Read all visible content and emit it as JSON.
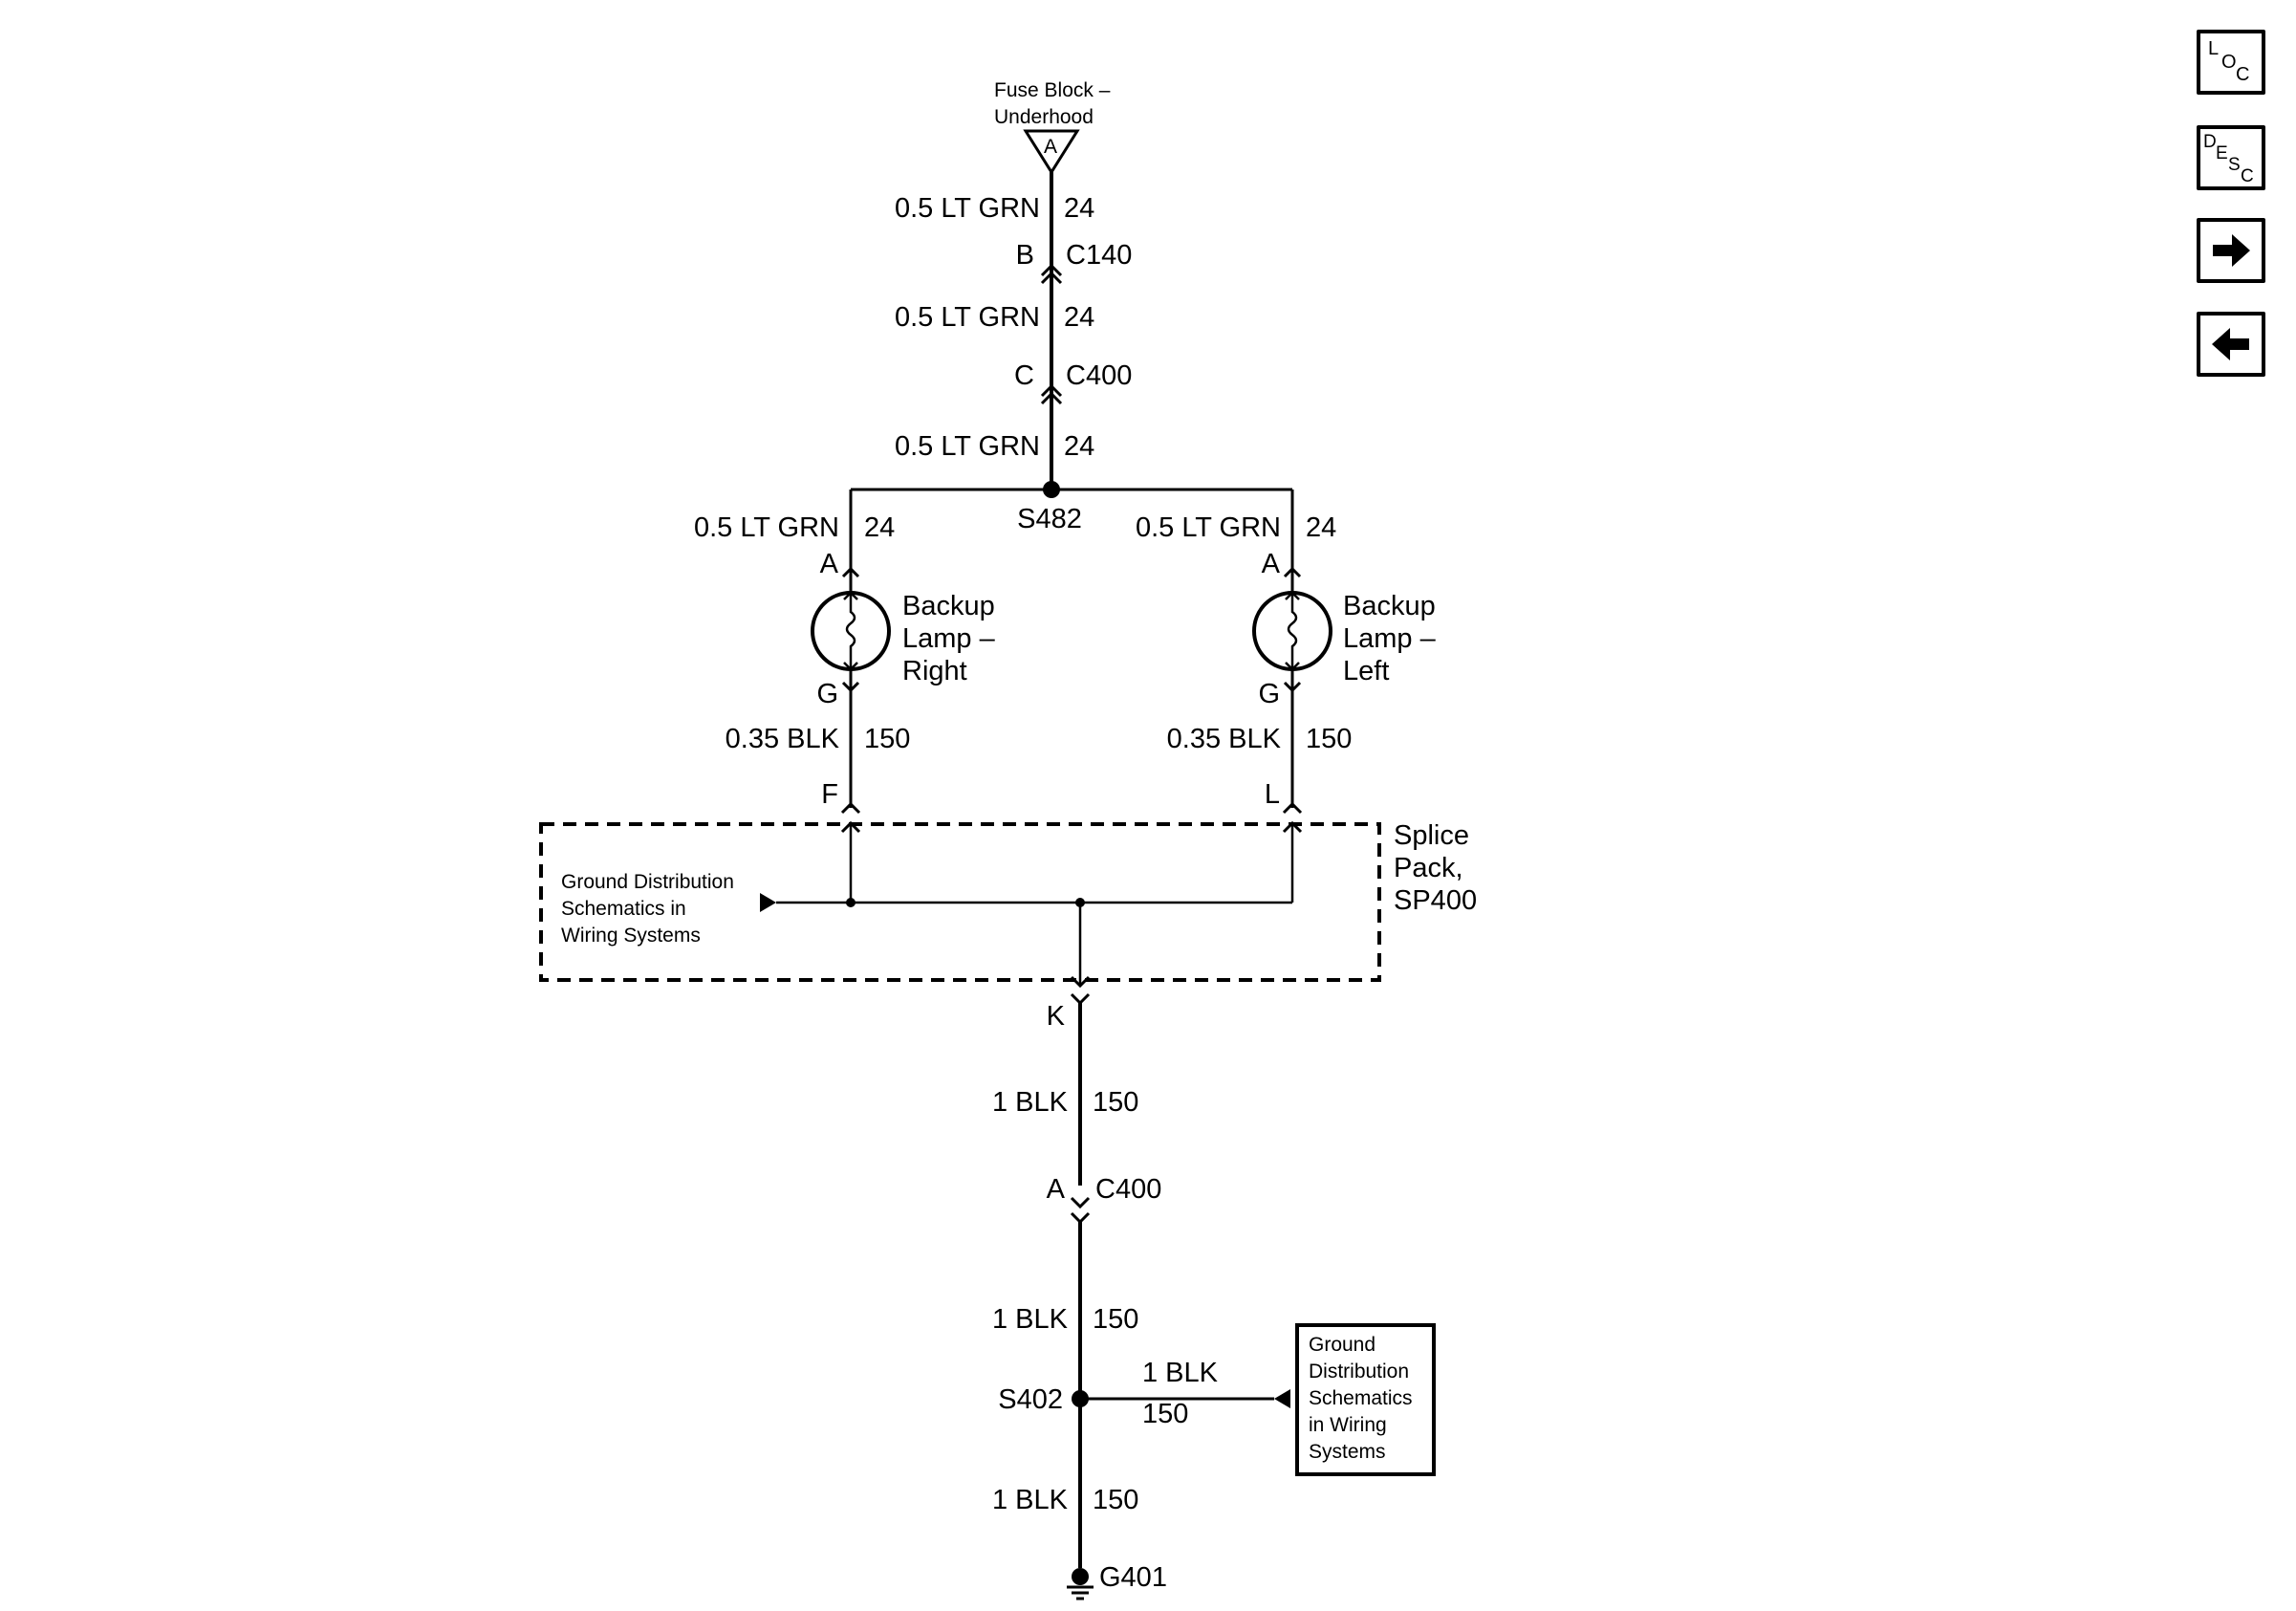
{
  "nav": {
    "loc": [
      "L",
      "O",
      "C"
    ],
    "desc": [
      "D",
      "E",
      "S",
      "C"
    ]
  },
  "power": {
    "source_line1": "Fuse Block –",
    "source_line2": "Underhood",
    "source_terminal": "A"
  },
  "wires": {
    "w1": {
      "gauge_color": "0.5 LT GRN",
      "circuit": "24"
    },
    "w2": {
      "gauge_color": "0.5 LT GRN",
      "circuit": "24"
    },
    "w3": {
      "gauge_color": "0.5 LT GRN",
      "circuit": "24"
    },
    "w_right_lamp": {
      "gauge_color": "0.5 LT GRN",
      "circuit": "24"
    },
    "w_left_lamp": {
      "gauge_color": "0.5 LT GRN",
      "circuit": "24"
    },
    "w_right_gnd": {
      "gauge_color": "0.35 BLK",
      "circuit": "150"
    },
    "w_left_gnd": {
      "gauge_color": "0.35 BLK",
      "circuit": "150"
    },
    "w_k": {
      "gauge_color": "1 BLK",
      "circuit": "150"
    },
    "w_c400a": {
      "gauge_color": "1 BLK",
      "circuit": "150"
    },
    "w_branch": {
      "gauge_color": "1 BLK",
      "circuit": "150"
    },
    "w_g401": {
      "gauge_color": "1 BLK",
      "circuit": "150"
    }
  },
  "connectors": {
    "c140": {
      "pin": "B",
      "name": "C140"
    },
    "c400_top": {
      "pin": "C",
      "name": "C400"
    },
    "c400_bottom": {
      "pin": "A",
      "name": "C400"
    }
  },
  "splices": {
    "s482": "S482",
    "s402": "S402"
  },
  "lamps": {
    "right": {
      "pin_in": "A",
      "pin_out": "G",
      "line1": "Backup",
      "line2": "Lamp –",
      "line3": "Right"
    },
    "left": {
      "pin_in": "A",
      "pin_out": "G",
      "line1": "Backup",
      "line2": "Lamp –",
      "line3": "Left"
    }
  },
  "splice_pack": {
    "line1": "Splice",
    "line2": "Pack,",
    "line3": "SP400",
    "pin_f": "F",
    "pin_l": "L",
    "pin_k": "K",
    "ref_line1": "Ground Distribution",
    "ref_line2": "Schematics in",
    "ref_line3": "Wiring Systems"
  },
  "ground_ref_box": {
    "line1": "Ground",
    "line2": "Distribution",
    "line3": "Schematics",
    "line4": "in Wiring",
    "line5": "Systems"
  },
  "ground": {
    "name": "G401"
  }
}
